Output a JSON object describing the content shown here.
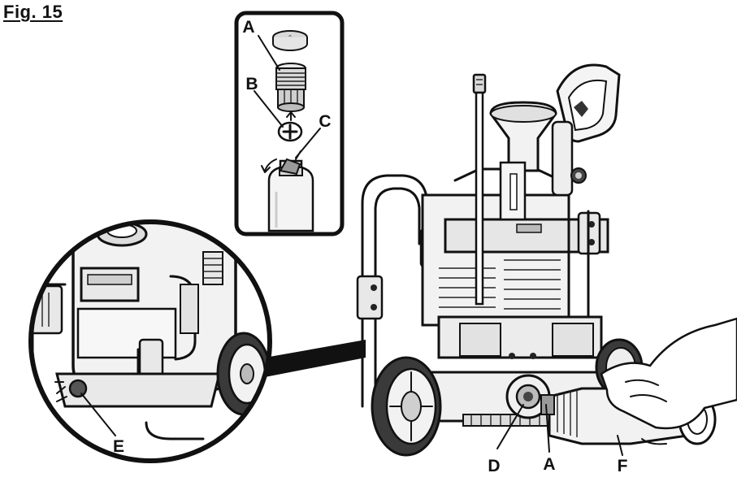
{
  "figure": {
    "title": "Fig. 15"
  },
  "callouts": {
    "inset_a": "A",
    "inset_b": "B",
    "inset_c": "C",
    "detail_e": "E",
    "main_d": "D",
    "main_a": "A",
    "main_f": "F"
  }
}
